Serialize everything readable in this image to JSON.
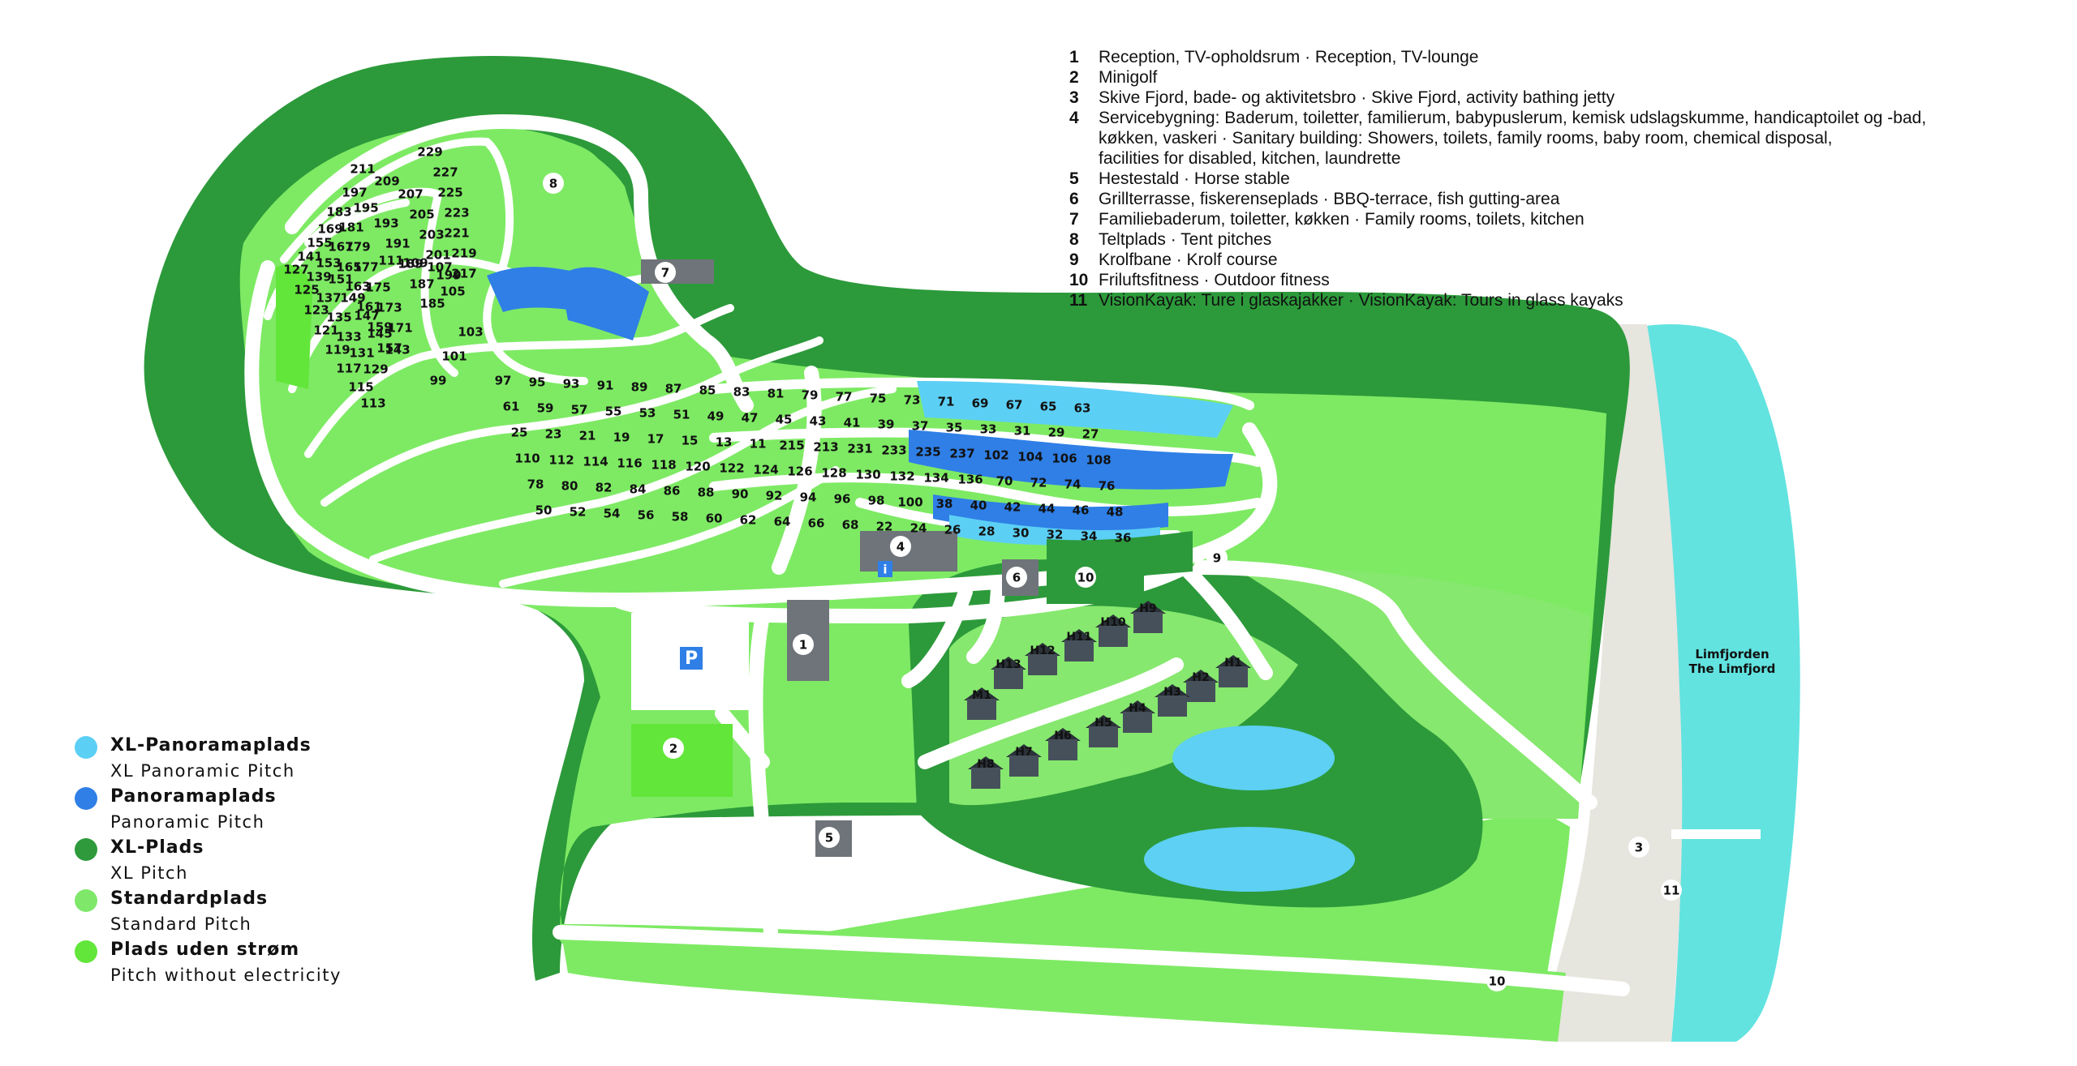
{
  "legend": [
    {
      "num": "1",
      "text": "Reception, TV-opholdsrum  ·  Reception, TV-lounge"
    },
    {
      "num": "2",
      "text": "Minigolf"
    },
    {
      "num": "3",
      "text": "Skive Fjord, bade- og aktivitetsbro  ·  Skive Fjord, activity bathing jetty"
    },
    {
      "num": "4",
      "text": "Servicebygning: Baderum, toiletter, familierum, babypuslerum, kemisk udslagskumme, handicaptoilet og -bad,\nkøkken, vaskeri  ·  Sanitary building: Showers, toilets, family rooms, baby room, chemical disposal,\nfacilities for disabled, kitchen, laundrette"
    },
    {
      "num": "5",
      "text": "Hestestald  ·  Horse stable"
    },
    {
      "num": "6",
      "text": "Grillterrasse, fiskerenseplads  ·  BBQ-terrace, fish gutting-area"
    },
    {
      "num": "7",
      "text": "Familiebaderum, toiletter, køkken  ·  Family rooms, toilets, kitchen"
    },
    {
      "num": "8",
      "text": "Teltplads  ·  Tent pitches"
    },
    {
      "num": "9",
      "text": "Krolfbane  ·  Krolf course"
    },
    {
      "num": "10",
      "text": "Friluftsfitness  ·  Outdoor fitness"
    },
    {
      "num": "11",
      "text": "VisionKayak: Ture i glaskajakker  ·  VisionKayak: Tours in glass kayaks"
    }
  ],
  "pitch_types": [
    {
      "title": "XL-Panoramaplads",
      "subtitle": "XL Panoramic Pitch",
      "color": "#5ccff5"
    },
    {
      "title": "Panoramaplads",
      "subtitle": "Panoramic Pitch",
      "color": "#2f7fe6"
    },
    {
      "title": "XL-Plads",
      "subtitle": "XL Pitch",
      "color": "#2e9a3c"
    },
    {
      "title": "Standardplads",
      "subtitle": "Standard Pitch",
      "color": "#7fe86a"
    },
    {
      "title": "Plads uden strøm",
      "subtitle": "Pitch without electricity",
      "color": "#62e63a"
    }
  ],
  "sea": {
    "line1": "Limfjorden",
    "line2": "The Limfjord"
  },
  "map_markers": [
    "1",
    "2",
    "3",
    "4",
    "5",
    "6",
    "7",
    "8",
    "9",
    "10",
    "10",
    "11"
  ],
  "parking": "P",
  "info": "i",
  "pitches": [
    "229",
    "227",
    "225",
    "223",
    "221",
    "219",
    "217",
    "211",
    "209",
    "207",
    "205",
    "203",
    "201",
    "199",
    "197",
    "195",
    "193",
    "191",
    "189",
    "187",
    "185",
    "183",
    "181",
    "179",
    "177",
    "175",
    "173",
    "171",
    "169",
    "167",
    "165",
    "163",
    "161",
    "159",
    "157",
    "155",
    "153",
    "151",
    "149",
    "147",
    "145",
    "143",
    "141",
    "139",
    "137",
    "135",
    "133",
    "131",
    "129",
    "127",
    "125",
    "123",
    "121",
    "119",
    "117",
    "115",
    "113",
    "111",
    "109",
    "107",
    "105",
    "103",
    "101",
    "99",
    "97",
    "95",
    "93",
    "91",
    "89",
    "87",
    "85",
    "83",
    "81",
    "79",
    "77",
    "75",
    "73",
    "71",
    "69",
    "67",
    "65",
    "63",
    "61",
    "59",
    "57",
    "55",
    "53",
    "51",
    "49",
    "47",
    "45",
    "43",
    "41",
    "39",
    "37",
    "35",
    "33",
    "31",
    "29",
    "27",
    "25",
    "23",
    "21",
    "19",
    "17",
    "15",
    "13",
    "11",
    "215",
    "213",
    "231",
    "233",
    "235",
    "237",
    "102",
    "104",
    "106",
    "108",
    "110",
    "112",
    "114",
    "116",
    "118",
    "120",
    "122",
    "124",
    "126",
    "128",
    "130",
    "132",
    "134",
    "136",
    "70",
    "72",
    "74",
    "76",
    "78",
    "80",
    "82",
    "84",
    "86",
    "88",
    "90",
    "92",
    "94",
    "96",
    "98",
    "100",
    "38",
    "40",
    "42",
    "44",
    "46",
    "48",
    "50",
    "52",
    "54",
    "56",
    "58",
    "60",
    "62",
    "64",
    "66",
    "68",
    "22",
    "24",
    "26",
    "28",
    "30",
    "32",
    "34",
    "36"
  ],
  "cabins": [
    "H1",
    "H2",
    "H3",
    "H4",
    "H5",
    "H6",
    "H7",
    "H8",
    "H9",
    "H10",
    "H11",
    "H12",
    "H13",
    "M1"
  ]
}
